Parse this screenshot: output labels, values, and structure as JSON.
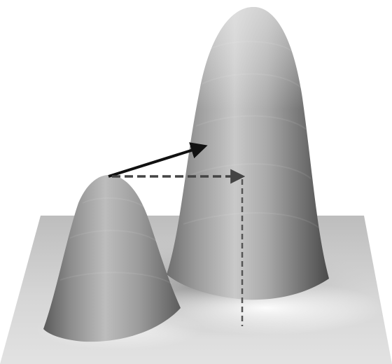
{
  "figure": {
    "description_free": true,
    "colors": {
      "background": "#ffffff",
      "plane": "#c8c8c8",
      "peak_highlight": "#e8e8e8",
      "peak_shadow": "#3a3a3a",
      "solid_arrow": "#111111",
      "dashed_arrow": "#444444"
    },
    "elements": {
      "surface": "gaussian-surface",
      "minor_peak": "smaller-peak",
      "major_peak": "larger-peak",
      "solid_arrow": "gradient-arrow",
      "dashed_arrow": "horizontal-dashed-arrow",
      "dashed_drop": "vertical-dashed-line"
    }
  }
}
